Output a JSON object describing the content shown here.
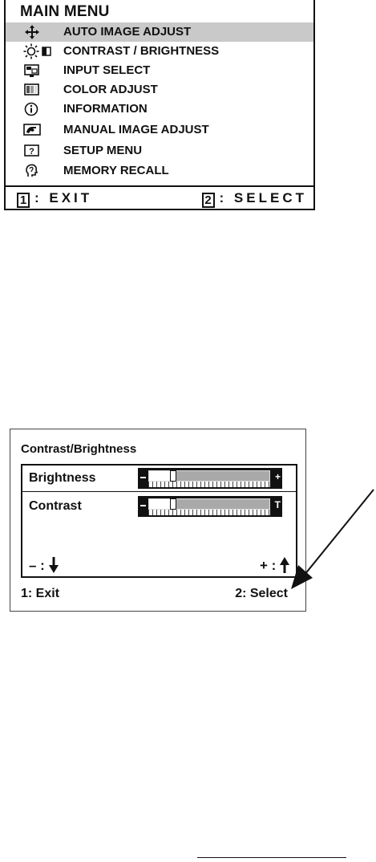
{
  "main_menu": {
    "title": "MAIN MENU",
    "items": [
      {
        "label": "AUTO IMAGE ADJUST",
        "icon": "move-arrows-icon",
        "selected": true
      },
      {
        "label": "CONTRAST / BRIGHTNESS",
        "icon": "sun-contrast-icon",
        "selected": false
      },
      {
        "label": "INPUT SELECT",
        "icon": "input-monitor-icon",
        "selected": false
      },
      {
        "label": "COLOR ADJUST",
        "icon": "color-squares-icon",
        "selected": false
      },
      {
        "label": "INFORMATION",
        "icon": "info-icon",
        "selected": false
      },
      {
        "label": "MANUAL IMAGE ADJUST",
        "icon": "hand-adjust-icon",
        "selected": false
      },
      {
        "label": "SETUP MENU",
        "icon": "question-box-icon",
        "selected": false
      },
      {
        "label": "MEMORY RECALL",
        "icon": "head-recall-icon",
        "selected": false
      }
    ],
    "footer": {
      "exit_key": "1",
      "exit_label": ": EXIT",
      "select_key": "2",
      "select_label": ": SELECT"
    }
  },
  "contrast_panel": {
    "title": "Contrast/Brightness",
    "rows": [
      {
        "label": "Brightness",
        "level": 0.2,
        "end_glyph": "+"
      },
      {
        "label": "Contrast",
        "level": 0.2,
        "end_glyph": "T"
      }
    ],
    "minus_hint": "– :",
    "plus_hint": "+ :",
    "exit_label": "1: Exit",
    "select_label": "2: Select"
  }
}
